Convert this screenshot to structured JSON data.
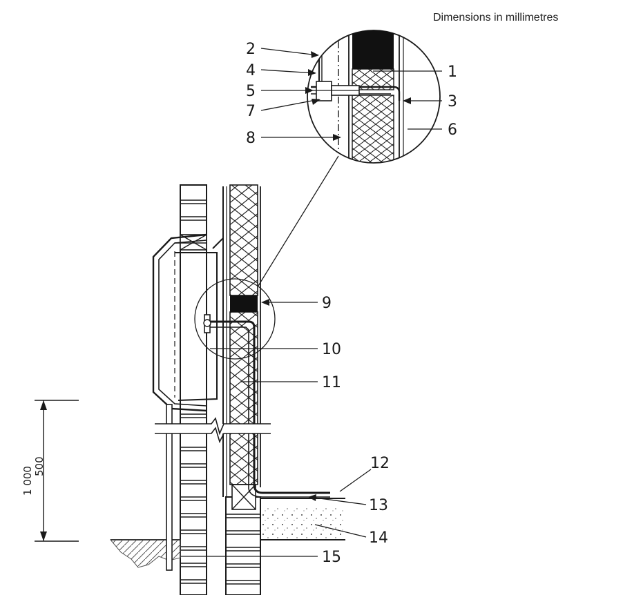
{
  "caption": "Dimensions in millimetres",
  "dimension": {
    "upper": "1 000",
    "lower": "500"
  },
  "callouts": {
    "c1": "1",
    "c2": "2",
    "c3": "3",
    "c4": "4",
    "c5": "5",
    "c6": "6",
    "c7": "7",
    "c8": "8",
    "c9": "9",
    "c10": "10",
    "c11": "11",
    "c12": "12",
    "c13": "13",
    "c14": "14",
    "c15": "15"
  }
}
